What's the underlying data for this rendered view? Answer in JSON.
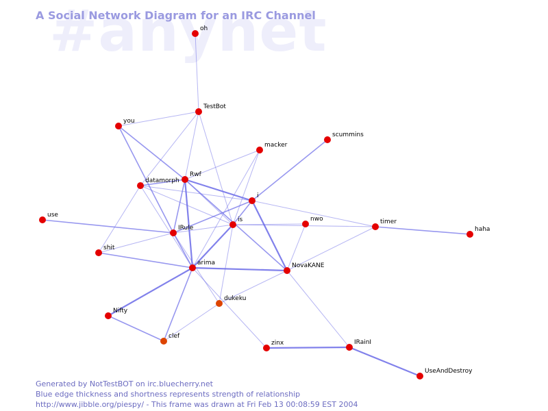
{
  "watermark": "#anynet",
  "title": "A Social Network Diagram for an IRC Channel",
  "footer": {
    "line1": "Generated by NotTestBOT on irc.bluecherry.net",
    "line2": "Blue edge thickness and shortness represents strength of relationship",
    "line3": "http://www.jibble.org/piespy/ - This frame was drawn at Fri Feb 13 00:08:59 EST 2004"
  },
  "colors": {
    "node": "#e40000",
    "node_fading": "#dd4400",
    "edge": "#6b6be8",
    "title": "#9a9ae0",
    "watermark": "#eeeefb"
  },
  "nodes": [
    {
      "id": "oh",
      "label": "oh"
    },
    {
      "id": "TestBot",
      "label": "TestBot"
    },
    {
      "id": "you",
      "label": "you"
    },
    {
      "id": "scummins",
      "label": "scummins"
    },
    {
      "id": "macker",
      "label": "macker"
    },
    {
      "id": "datamorph",
      "label": "datamorph"
    },
    {
      "id": "Rwf",
      "label": "Rwf"
    },
    {
      "id": "i",
      "label": "i"
    },
    {
      "id": "use",
      "label": "use"
    },
    {
      "id": "nwo",
      "label": "nwo"
    },
    {
      "id": "timer",
      "label": "timer"
    },
    {
      "id": "haha",
      "label": "haha"
    },
    {
      "id": "is",
      "label": "is"
    },
    {
      "id": "IRule",
      "label": "IRule"
    },
    {
      "id": "shit",
      "label": "shit"
    },
    {
      "id": "arima",
      "label": "arima"
    },
    {
      "id": "NovaKANE",
      "label": "NovaKANE"
    },
    {
      "id": "dukeku",
      "label": "dukeku"
    },
    {
      "id": "Nifty",
      "label": "Nifty"
    },
    {
      "id": "clef",
      "label": "clef"
    },
    {
      "id": "zinx",
      "label": "zinx"
    },
    {
      "id": "IRainI",
      "label": "IRainI"
    },
    {
      "id": "UseAndDestroy",
      "label": "UseAndDestroy"
    }
  ],
  "edges": [
    {
      "from": "oh",
      "to": "TestBot",
      "strength": 1
    },
    {
      "from": "TestBot",
      "to": "you",
      "strength": 1
    },
    {
      "from": "TestBot",
      "to": "Rwf",
      "strength": 1
    },
    {
      "from": "TestBot",
      "to": "is",
      "strength": 1
    },
    {
      "from": "TestBot",
      "to": "datamorph",
      "strength": 1
    },
    {
      "from": "you",
      "to": "Rwf",
      "strength": 2
    },
    {
      "from": "you",
      "to": "IRule",
      "strength": 2
    },
    {
      "from": "scummins",
      "to": "i",
      "strength": 2
    },
    {
      "from": "macker",
      "to": "Rwf",
      "strength": 1
    },
    {
      "from": "macker",
      "to": "is",
      "strength": 1
    },
    {
      "from": "macker",
      "to": "arima",
      "strength": 1
    },
    {
      "from": "datamorph",
      "to": "Rwf",
      "strength": 2
    },
    {
      "from": "datamorph",
      "to": "i",
      "strength": 1
    },
    {
      "from": "datamorph",
      "to": "shit",
      "strength": 1
    },
    {
      "from": "datamorph",
      "to": "arima",
      "strength": 1
    },
    {
      "from": "datamorph",
      "to": "is",
      "strength": 1
    },
    {
      "from": "Rwf",
      "to": "i",
      "strength": 3
    },
    {
      "from": "Rwf",
      "to": "arima",
      "strength": 3
    },
    {
      "from": "Rwf",
      "to": "IRule",
      "strength": 2
    },
    {
      "from": "Rwf",
      "to": "NovaKANE",
      "strength": 2
    },
    {
      "from": "Rwf",
      "to": "is",
      "strength": 1
    },
    {
      "from": "i",
      "to": "timer",
      "strength": 1
    },
    {
      "from": "i",
      "to": "NovaKANE",
      "strength": 3
    },
    {
      "from": "i",
      "to": "is",
      "strength": 2
    },
    {
      "from": "i",
      "to": "IRule",
      "strength": 2
    },
    {
      "from": "use",
      "to": "IRule",
      "strength": 2
    },
    {
      "from": "is",
      "to": "arima",
      "strength": 3
    },
    {
      "from": "is",
      "to": "IRule",
      "strength": 1
    },
    {
      "from": "is",
      "to": "nwo",
      "strength": 1
    },
    {
      "from": "is",
      "to": "dukeku",
      "strength": 1
    },
    {
      "from": "is",
      "to": "timer",
      "strength": 1
    },
    {
      "from": "nwo",
      "to": "NovaKANE",
      "strength": 1
    },
    {
      "from": "timer",
      "to": "haha",
      "strength": 2
    },
    {
      "from": "timer",
      "to": "NovaKANE",
      "strength": 1
    },
    {
      "from": "IRule",
      "to": "arima",
      "strength": 2
    },
    {
      "from": "IRule",
      "to": "shit",
      "strength": 1
    },
    {
      "from": "IRule",
      "to": "dukeku",
      "strength": 1
    },
    {
      "from": "shit",
      "to": "arima",
      "strength": 2
    },
    {
      "from": "arima",
      "to": "NovaKANE",
      "strength": 3
    },
    {
      "from": "arima",
      "to": "Nifty",
      "strength": 3
    },
    {
      "from": "arima",
      "to": "clef",
      "strength": 2
    },
    {
      "from": "arima",
      "to": "zinx",
      "strength": 1
    },
    {
      "from": "Nifty",
      "to": "clef",
      "strength": 2
    },
    {
      "from": "dukeku",
      "to": "clef",
      "strength": 1
    },
    {
      "from": "dukeku",
      "to": "NovaKANE",
      "strength": 1
    },
    {
      "from": "NovaKANE",
      "to": "IRainI",
      "strength": 1
    },
    {
      "from": "zinx",
      "to": "IRainI",
      "strength": 3
    },
    {
      "from": "IRainI",
      "to": "UseAndDestroy",
      "strength": 3
    }
  ]
}
